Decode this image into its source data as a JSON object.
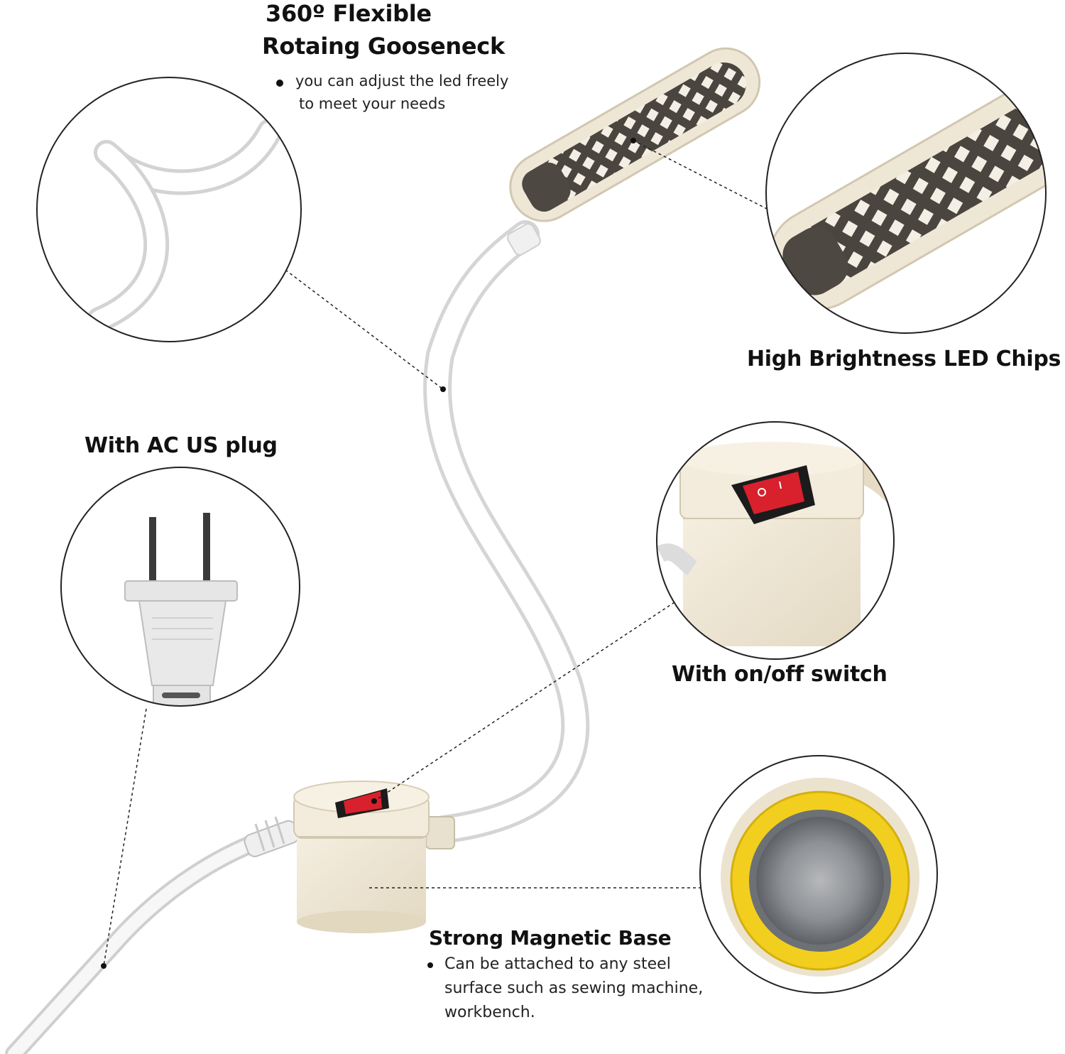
{
  "gooseneck": {
    "title_line1": "360º Flexible",
    "title_line2": "Rotaing Gooseneck",
    "desc_line1": "you can adjust the led freely",
    "desc_line2": "to meet your needs"
  },
  "led": {
    "title": "High Brightness LED Chips"
  },
  "plug": {
    "title": "With AC US plug"
  },
  "switch": {
    "title": "With on/off switch",
    "on_mark": "I",
    "off_mark": "O"
  },
  "magnet": {
    "title": "Strong Magnetic Base",
    "desc_line1": "Can be attached to any steel",
    "desc_line2": "surface such as sewing machine,",
    "desc_line3": "workbench."
  },
  "colors": {
    "background": "#ffffff",
    "housing_cream": "#efe7d6",
    "switch_red": "#d8212c",
    "switch_black": "#1b1b1b",
    "magnet_yellow": "#f2cf1e",
    "magnet_steel": "#8f9297",
    "cable_white": "#f5f5f5"
  }
}
